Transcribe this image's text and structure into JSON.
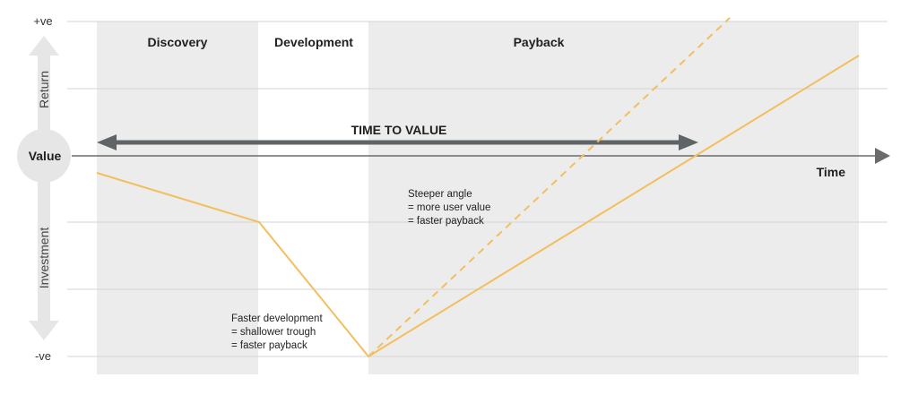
{
  "phases": [
    {
      "label": "Discovery"
    },
    {
      "label": "Development"
    },
    {
      "label": "Payback"
    }
  ],
  "y_axis": {
    "top_label": "+ve",
    "bottom_label": "-ve",
    "upper_word": "Return",
    "lower_word": "Investment",
    "center_label": "Value"
  },
  "x_axis": {
    "label": "Time"
  },
  "time_to_value": {
    "label": "TIME TO VALUE"
  },
  "annotations": {
    "steeper": [
      "Steeper angle",
      "= more user value",
      "= faster payback"
    ],
    "faster_dev": [
      "Faster development",
      "= shallower trough",
      "= faster payback"
    ]
  },
  "colors": {
    "phase_band": "#ececed",
    "curve": "#f2bf5c",
    "arrow": "#5f6466",
    "axis": "#6b6b6b",
    "grid": "#d4d4d4",
    "value_circle": "#e6e6e6"
  }
}
